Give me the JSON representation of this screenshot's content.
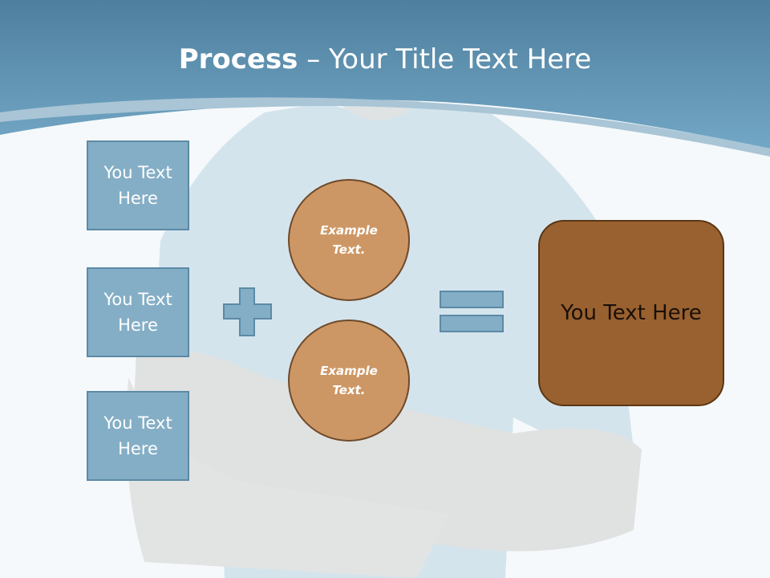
{
  "title": {
    "bold": "Process",
    "rest": " – Your Title Text Here"
  },
  "diagram": {
    "inputs": [
      "You Text Here",
      "You Text Here",
      "You Text Here"
    ],
    "circles": [
      "Example Text.",
      "Example Text."
    ],
    "result": "You Text Here"
  },
  "colors": {
    "header": "#5f93b4",
    "box_fill": "#84aec6",
    "box_border": "#5b8aa6",
    "circle_fill": "#cd9765",
    "result_fill": "#996130"
  }
}
